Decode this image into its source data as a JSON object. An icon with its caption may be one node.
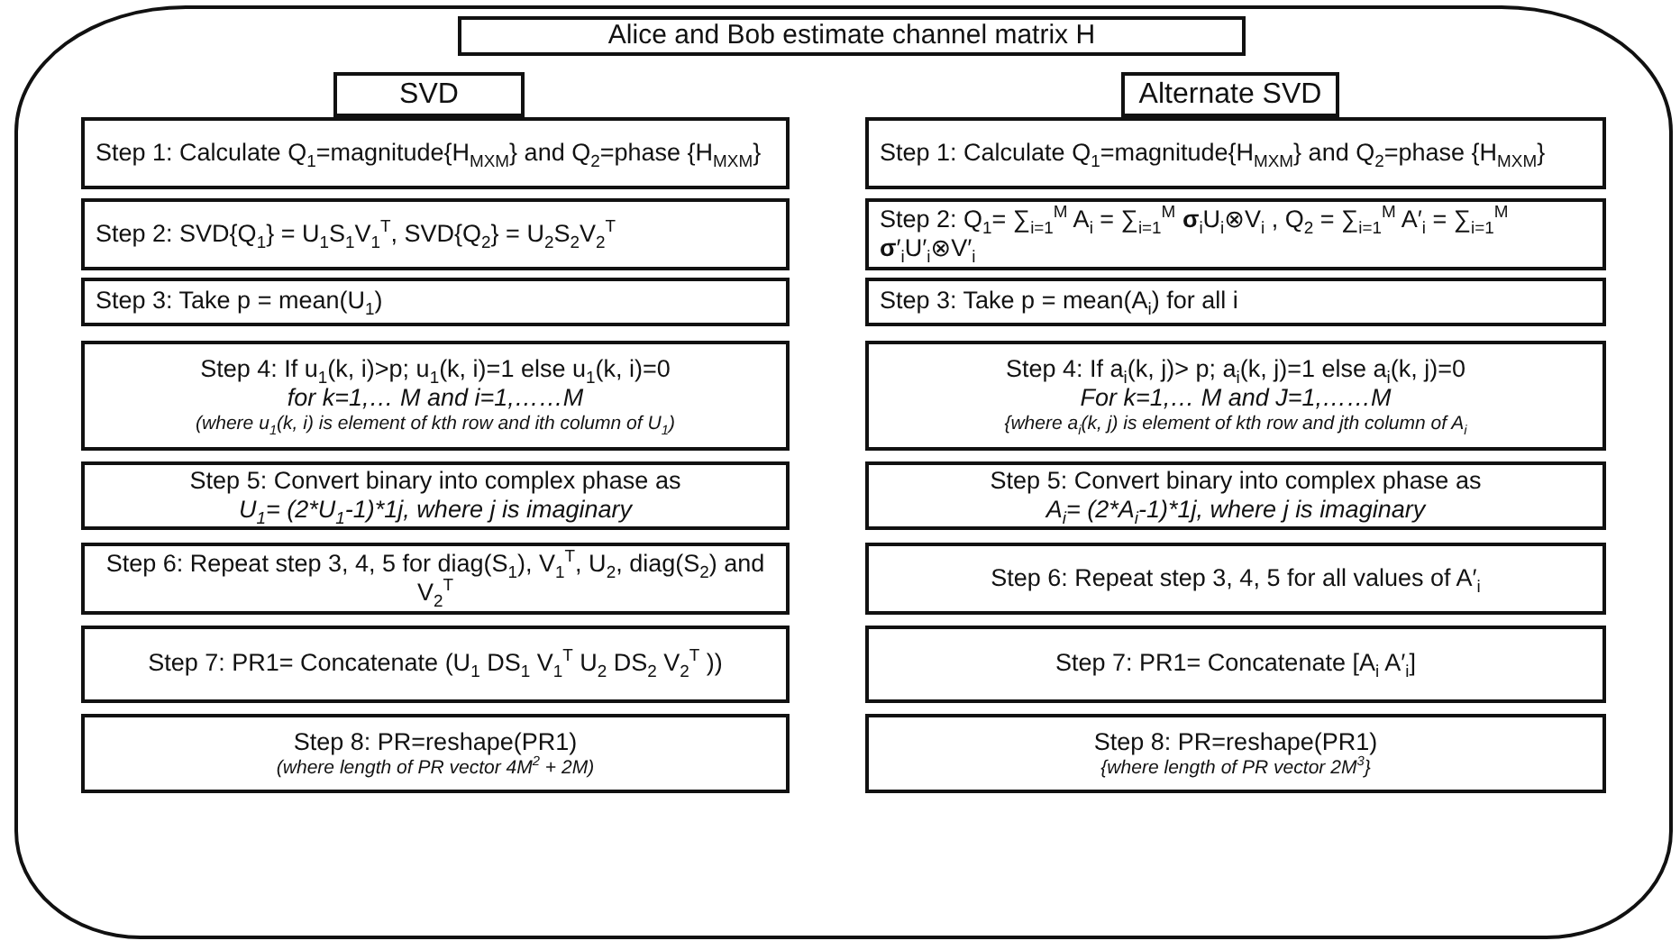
{
  "diagram": {
    "nodes": [
      {
        "text": [],
        "shape": "box"
      },
      {
        "text": [
          "Alice and Bob estimate channel matrix H"
        ],
        "in": 0
      },
      {
        "text": [
          "SVD"
        ],
        "in": 0
      },
      {
        "text": [
          "Alternate SVD"
        ],
        "in": 0
      },
      {
        "text": [
          "Step 1: Calculate Q$_{1}$=magnitude{H$_{MXM}$} and Q$_{2}$=phase {H$_{MXM}$}"
        ],
        "in": 0
      },
      {
        "text": [
          "Step 2: SVD{Q$_{1}$} = U$_{1}$S$_{1}$V$_{1}$$^{T}$, SVD{Q$_{2}$} = U$_{2}$S$_{2}$V$_{2}$$^{T}$"
        ],
        "in": 0
      },
      {
        "text": [
          "Step 3: Take p = mean(U$_{1}$)"
        ],
        "in": 0
      },
      {
        "text": [
          "Step 4: If u$_{1}$(k, i)>p; u$_{1}$(k, i)=1 else u$_{1}$(k, i)=0",
          "for k=1,… M and i=1,……M",
          "(where u$_{1}$(k, i) is element of kth row and ith column of U$_{1}$)"
        ],
        "in": 0
      },
      {
        "text": [
          "Step 5: Convert binary into complex phase as",
          "U$_{1}$= (2*U$_{1}$-1)*1j, where j is imaginary"
        ],
        "in": 0
      },
      {
        "text": [
          "Step 6: Repeat step 3, 4, 5 for diag(S$_{1}$), V$_{1}$$^{T}$, U$_{2}$, diag(S$_{2}$) and V$_{2}$$^{T}$"
        ],
        "in": 0
      },
      {
        "text": [
          "Step 7: PR1= Concatenate (U$_{1}$ DS$_{1}$ V$_{1}$$^{T}$ U$_{2}$ DS$_{2}$ V$_{2}$$^{T}$ ))"
        ],
        "in": 0
      },
      {
        "text": [
          "Step 8: PR=reshape(PR1)",
          "(where length of PR vector 4M$^{2}$ + 2M)"
        ],
        "in": 0
      },
      {
        "text": [
          "Step 1: Calculate Q$_{1}$=magnitude{H$_{MXM}$} and Q$_{2}$=phase {H$_{MXM}$}"
        ],
        "in": 0
      },
      {
        "text": [
          "Step 2: Q$_{1}$= ∑$_{i=1}$$^{M}$ A$_{i}$ = ∑$_{i=1}$$^{M}$ **σ**$_{i}$U$_{i}$⊗V$_{i}$ , Q$_{2}$ = ∑$_{i=1}$$^{M}$ A′$_{i}$ = ∑$_{i=1}$$^{M}$ **σ**′$_{i}$U′$_{i}$⊗V′$_{i}$"
        ],
        "in": 0
      },
      {
        "text": [
          "Step 3: Take p = mean(A$_{i}$) for all i"
        ],
        "in": 0
      },
      {
        "text": [
          "Step 4: If a$_{i}$(k, j)> p; a$_{i}$(k, j)=1 else a$_{i}$(k, j)=0",
          "For k=1,… M and J=1,……M",
          "{where a$_{i}$(k, j) is element of kth row and jth column of A$_{i}$"
        ],
        "in": 0
      },
      {
        "text": [
          "Step 5: Convert binary into complex phase as",
          "A$_{i}$= (2*A$_{i}$-1)*1j, where j is imaginary"
        ],
        "in": 0
      },
      {
        "text": [
          "Step 6: Repeat step 3, 4, 5 for all values of A′$_{i}$"
        ],
        "in": 0
      },
      {
        "text": [
          "Step 7: PR1= Concatenate [A$_{i}$ A′$_{i}$]"
        ],
        "in": 0
      },
      {
        "text": [
          "Step 8: PR=reshape(PR1)",
          "{where length of PR vector 2M$^{3}$}"
        ],
        "in": 0
      }
    ],
    "edges": []
  }
}
